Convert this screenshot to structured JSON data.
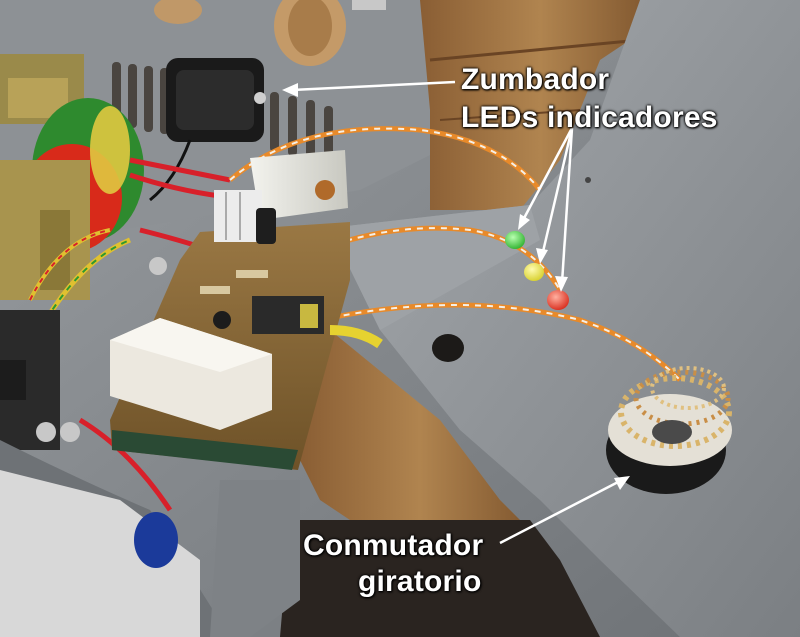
{
  "annotations": {
    "buzzer": "Zumbador",
    "leds": "LEDs indicadores",
    "switch_line1": "Conmutador",
    "switch_line2": "giratorio"
  },
  "colors": {
    "chassis_gray": "#8e9296",
    "wood": "#a07848",
    "pcb": "#8a6a3a",
    "led_green": "#4bd34b",
    "led_yellow": "#e8e24a",
    "led_red": "#e83a2a",
    "annotation_text": "#ffffff"
  }
}
